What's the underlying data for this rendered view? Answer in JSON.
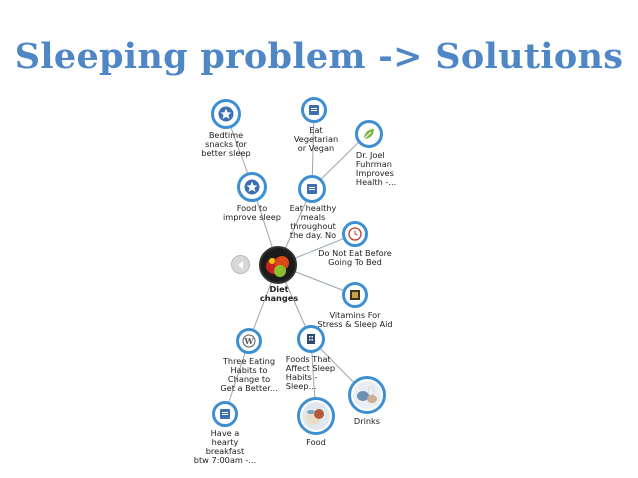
{
  "title": "Sleeping problem -> Solutions",
  "center": {
    "label": "Diet\nchanges"
  },
  "nodes": [
    {
      "id": "bedtime",
      "label": "Bedtime\nsnacks for\nbetter sleep",
      "icon": "star-icon"
    },
    {
      "id": "eat-veg",
      "label": "Eat\nVegetarian\nor Vegan",
      "icon": "document-icon"
    },
    {
      "id": "drjoel",
      "label": "Dr. Joel\nFuhrman\nImproves\nHealth -...",
      "icon": "leaf-icon"
    },
    {
      "id": "food-improve",
      "label": "Food to\nimprove sleep",
      "icon": "star-icon"
    },
    {
      "id": "eat-healthy",
      "label": "Eat healthy\nmeals\nthroughout\nthe day. No",
      "icon": "document-icon"
    },
    {
      "id": "do-not-eat",
      "label": "Do Not Eat Before\nGoing To Bed",
      "icon": "clock-icon"
    },
    {
      "id": "vitamins",
      "label": "Vitamins For\nStress & Sleep Aid",
      "icon": "bookmark-icon"
    },
    {
      "id": "three-eating",
      "label": "Three Eating\nHabits to\nChange to\nGet a Better...",
      "icon": "wordpress-icon"
    },
    {
      "id": "foods-affect",
      "label": "Foods That\nAffect Sleep\nHabits -\nSleep...",
      "icon": "building-icon"
    },
    {
      "id": "drinks",
      "label": "Drinks",
      "icon": "drinks-photo"
    },
    {
      "id": "have-breakfast",
      "label": "Have a\nhearty\nbreakfast\nbtw 7:00am -...",
      "icon": "document-icon"
    },
    {
      "id": "food",
      "label": "Food",
      "icon": "food-photo"
    }
  ],
  "colors": {
    "title": "#4f86c6",
    "ring": "#3d8fd1",
    "edge": "#9aa6b2"
  }
}
